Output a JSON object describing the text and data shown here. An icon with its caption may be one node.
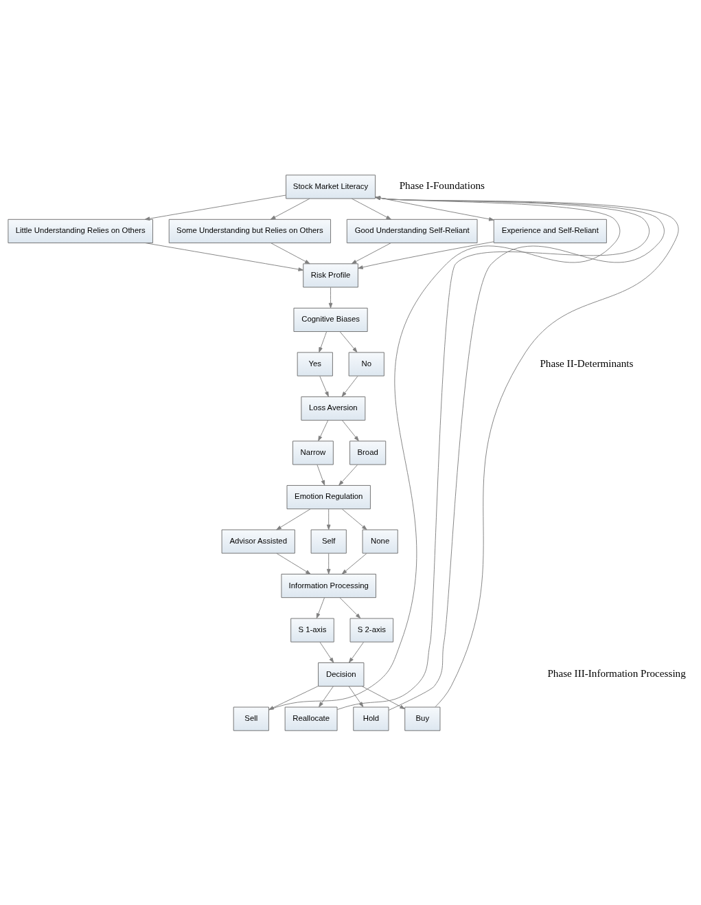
{
  "diagram": {
    "nodes": [
      {
        "text": [
          "Stock Market Literacy"
        ]
      },
      {
        "text": [
          "Little Understanding Relies on Others"
        ]
      },
      {
        "text": [
          "Some Understanding but Relies on Others"
        ]
      },
      {
        "text": [
          "Good Understanding Self-Reliant"
        ]
      },
      {
        "text": [
          "Experience and Self-Reliant"
        ]
      },
      {
        "text": [
          "Risk Profile"
        ]
      },
      {
        "text": [
          "Cognitive Biases"
        ]
      },
      {
        "text": [
          "Yes"
        ]
      },
      {
        "text": [
          "No"
        ]
      },
      {
        "text": [
          "Loss Aversion"
        ]
      },
      {
        "text": [
          "Narrow"
        ]
      },
      {
        "text": [
          "Broad"
        ]
      },
      {
        "text": [
          "Emotion Regulation"
        ]
      },
      {
        "text": [
          "Advisor Assisted"
        ]
      },
      {
        "text": [
          "Self"
        ]
      },
      {
        "text": [
          "None"
        ]
      },
      {
        "text": [
          "Information Processing"
        ]
      },
      {
        "text": [
          "S 1-axis"
        ]
      },
      {
        "text": [
          "S 2-axis"
        ]
      },
      {
        "text": [
          "Decision"
        ]
      },
      {
        "text": [
          "Sell"
        ]
      },
      {
        "text": [
          "Reallocate"
        ]
      },
      {
        "text": [
          "Hold"
        ]
      },
      {
        "text": [
          "Buy"
        ]
      }
    ],
    "edges": [
      {
        "from": 0,
        "to": 1,
        "arrow": "to"
      },
      {
        "from": 0,
        "to": 2,
        "arrow": "to"
      },
      {
        "from": 0,
        "to": 3,
        "arrow": "to"
      },
      {
        "from": 0,
        "to": 4,
        "arrow": "to"
      },
      {
        "from": 1,
        "to": 5,
        "arrow": "to"
      },
      {
        "from": 2,
        "to": 5,
        "arrow": "to"
      },
      {
        "from": 3,
        "to": 5,
        "arrow": "to"
      },
      {
        "from": 4,
        "to": 5,
        "arrow": "to"
      },
      {
        "from": 5,
        "to": 6,
        "arrow": "to"
      },
      {
        "from": 6,
        "to": 7,
        "arrow": "to"
      },
      {
        "from": 6,
        "to": 8,
        "arrow": "to"
      },
      {
        "from": 7,
        "to": 9,
        "arrow": "to"
      },
      {
        "from": 8,
        "to": 9,
        "arrow": "to"
      },
      {
        "from": 9,
        "to": 10,
        "arrow": "to"
      },
      {
        "from": 9,
        "to": 11,
        "arrow": "to"
      },
      {
        "from": 10,
        "to": 12,
        "arrow": "to"
      },
      {
        "from": 11,
        "to": 12,
        "arrow": "to"
      },
      {
        "from": 12,
        "to": 13,
        "arrow": "to"
      },
      {
        "from": 12,
        "to": 14,
        "arrow": "to"
      },
      {
        "from": 12,
        "to": 15,
        "arrow": "to"
      },
      {
        "from": 13,
        "to": 16,
        "arrow": "to"
      },
      {
        "from": 14,
        "to": 16,
        "arrow": "to"
      },
      {
        "from": 15,
        "to": 16,
        "arrow": "to"
      },
      {
        "from": 16,
        "to": 17,
        "arrow": "to"
      },
      {
        "from": 16,
        "to": 18,
        "arrow": "to"
      },
      {
        "from": 17,
        "to": 19,
        "arrow": "to"
      },
      {
        "from": 18,
        "to": 19,
        "arrow": "to"
      },
      {
        "from": 19,
        "to": 20,
        "arrow": "to"
      },
      {
        "from": 19,
        "to": 21,
        "arrow": "to"
      },
      {
        "from": 19,
        "to": 22,
        "arrow": "to"
      },
      {
        "from": 19,
        "to": 23,
        "arrow": "to"
      },
      {
        "from": 20,
        "to": 0,
        "arrow": "to"
      },
      {
        "from": 21,
        "to": 0,
        "arrow": "to"
      },
      {
        "from": 22,
        "to": 0,
        "arrow": "to"
      },
      {
        "from": 23,
        "to": 0,
        "arrow": "to"
      }
    ],
    "labels": [
      "Phase I-Foundations",
      "Phase II-Determinants",
      "Phase III-Information Processing"
    ]
  }
}
